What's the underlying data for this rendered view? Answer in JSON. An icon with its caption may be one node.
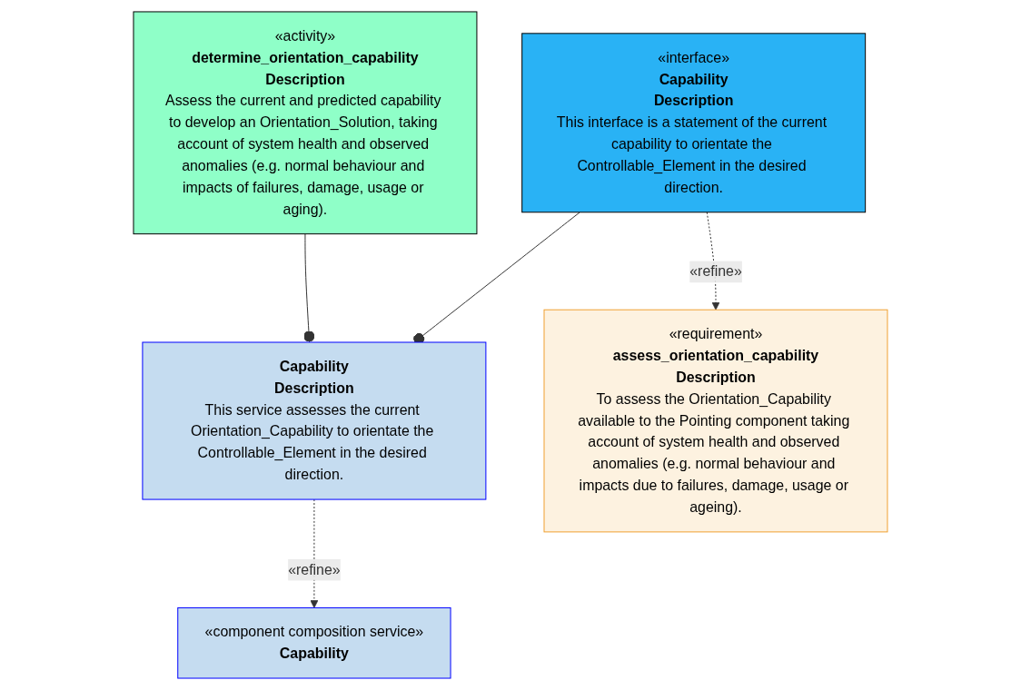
{
  "diagram": {
    "nodes": [
      {
        "text": [
          "«component composition service»",
          "Capability"
        ]
      },
      {
        "text": [
          "Capability",
          "Description",
          "This service assesses the current Orientation_Capability to orientate the Controllable_Element in the desired direction."
        ]
      },
      {
        "text": [
          "«activity»",
          "determine_orientation_capability",
          "Description",
          "Assess the current and predicted capability to develop an Orientation_Solution, taking account of system health and observed anomalies (e.g. normal behaviour and impacts of failures, damage, usage or aging)."
        ]
      },
      {
        "text": [
          "«interface»",
          "Capability",
          "Description",
          "This interface is a statement of the current capability to orientate the Controllable_Element in the desired direction."
        ]
      },
      {
        "text": [
          "«requirement»",
          "assess_orientation_capability",
          "Description",
          "To assess the Orientation_Capability available to the Pointing component taking account of system health and observed anomalies (e.g. normal behaviour and impacts due to failures, damage, usage or ageing)."
        ]
      }
    ],
    "edges": [
      {
        "from": 1,
        "to": 0,
        "arrow": "to",
        "style": "dashed",
        "label": "«refine»"
      },
      {
        "from": 1,
        "to": 2,
        "arrow": "other"
      },
      {
        "from": 1,
        "to": 3,
        "arrow": "other"
      },
      {
        "from": 3,
        "to": 4,
        "arrow": "to",
        "style": "dashed",
        "label": "«refine»"
      }
    ]
  }
}
